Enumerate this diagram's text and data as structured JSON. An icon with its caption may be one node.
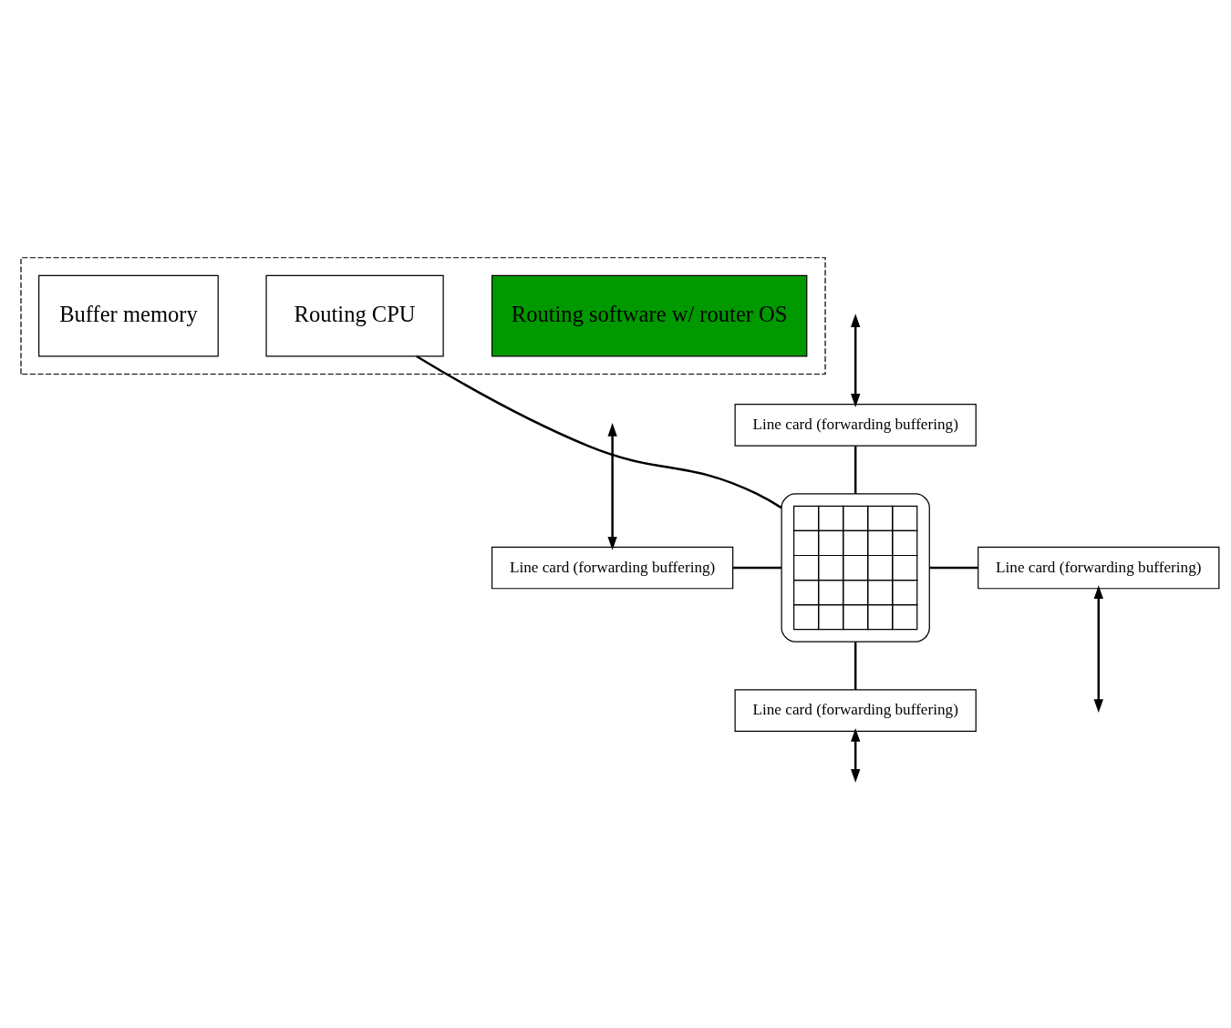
{
  "diagram": {
    "nodes": [
      {
        "text": [],
        "shape": "box"
      },
      {
        "text": [
          "Routing software w/ router OS"
        ],
        "in": 0
      },
      {
        "text": [
          "Routing CPU"
        ],
        "in": 0
      },
      {
        "text": [
          "Buffer memory"
        ],
        "in": 0
      },
      {
        "text": [
          "Line card (forwarding buffering)"
        ]
      },
      {
        "text": [
          "Line card (forwarding buffering)"
        ]
      },
      {
        "text": [],
        "shape": "box"
      },
      {
        "text": [
          "Line card (forwarding buffering)"
        ]
      },
      {
        "text": [
          "Line card (forwarding buffering)"
        ]
      }
    ],
    "edges": [
      {
        "from": null,
        "to": 4,
        "arrow": "both"
      },
      {
        "from": 4,
        "to": 6,
        "arrow": "none"
      },
      {
        "from": null,
        "to": 5,
        "arrow": "both"
      },
      {
        "from": 5,
        "to": 6,
        "arrow": "none"
      },
      {
        "from": 6,
        "to": 7,
        "arrow": "none"
      },
      {
        "from": null,
        "to": 7,
        "arrow": "both"
      },
      {
        "from": 6,
        "to": 8,
        "arrow": "none"
      },
      {
        "from": null,
        "to": 8,
        "arrow": "both"
      },
      {
        "from": 6,
        "to": 2,
        "arrow": "none"
      }
    ]
  }
}
